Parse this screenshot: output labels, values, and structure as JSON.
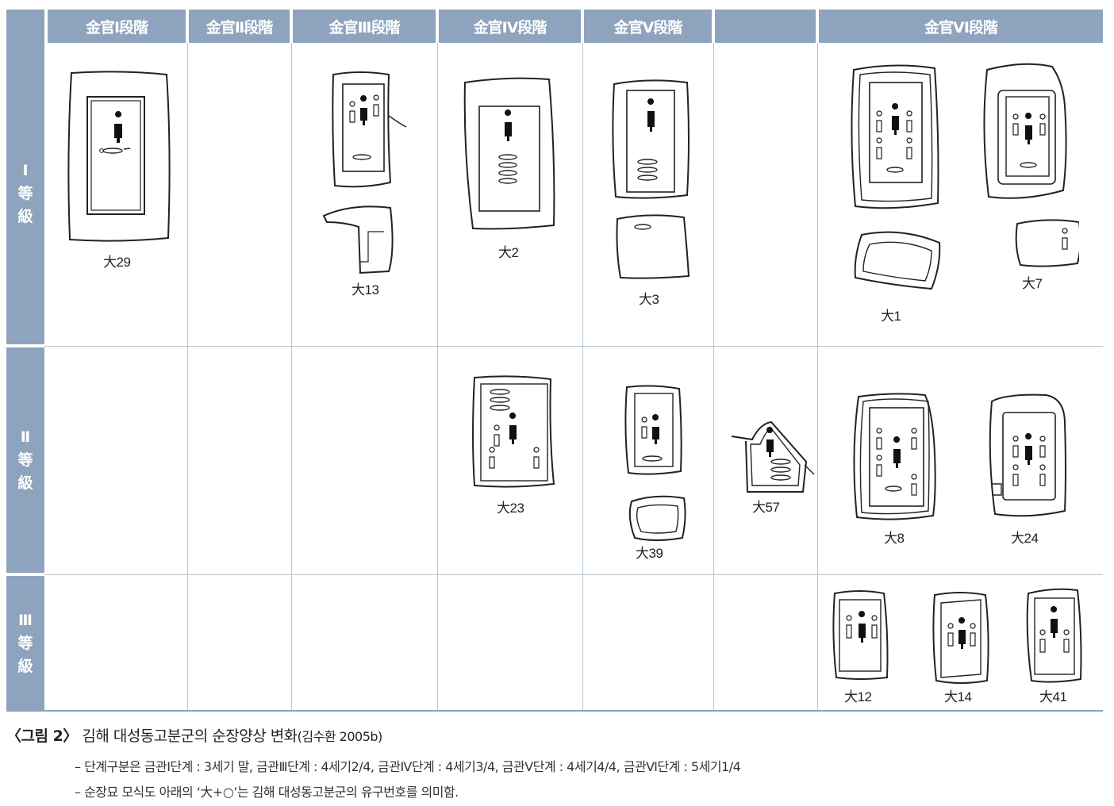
{
  "header": {
    "stage1": "金官Ⅰ段階",
    "stage2": "金官Ⅱ段階",
    "stage3": "金官Ⅲ段階",
    "stage4": "金官Ⅳ段階",
    "stage5": "金官Ⅴ段階",
    "stage6": "",
    "stage7": "金官Ⅵ段階"
  },
  "rows": {
    "rank1": [
      "Ⅰ",
      "等",
      "級"
    ],
    "rank2": [
      "Ⅱ",
      "等",
      "級"
    ],
    "rank3": [
      "Ⅲ",
      "等",
      "級"
    ]
  },
  "tombs": {
    "t29": "大29",
    "t13": "大13",
    "t2": "大2",
    "t3": "大3",
    "t1": "大1",
    "t7": "大7",
    "t23": "大23",
    "t39": "大39",
    "t57": "大57",
    "t8": "大8",
    "t24": "大24",
    "t12": "大12",
    "t14": "大14",
    "t41": "大41"
  },
  "caption": {
    "number": "〈그림 2〉",
    "title": "김해 대성동고분군의 순장양상 변화",
    "source": "(김수환 2005b)",
    "note1": "– 단계구분은 금관Ⅰ단계 : 3세기 말, 금관Ⅲ단계 : 4세기2/4, 금관Ⅳ단계 : 4세기3/4, 금관Ⅴ단계 : 4세기4/4, 금관Ⅵ단계 : 5세기1/4",
    "note2": "– 순장묘 모식도 아래의 ‘大+○’는 김해 대성동고분군의 유구번호를 의미함."
  },
  "colors": {
    "header_bg": "#8ea3bd",
    "grid_line": "#b7c3d3"
  }
}
